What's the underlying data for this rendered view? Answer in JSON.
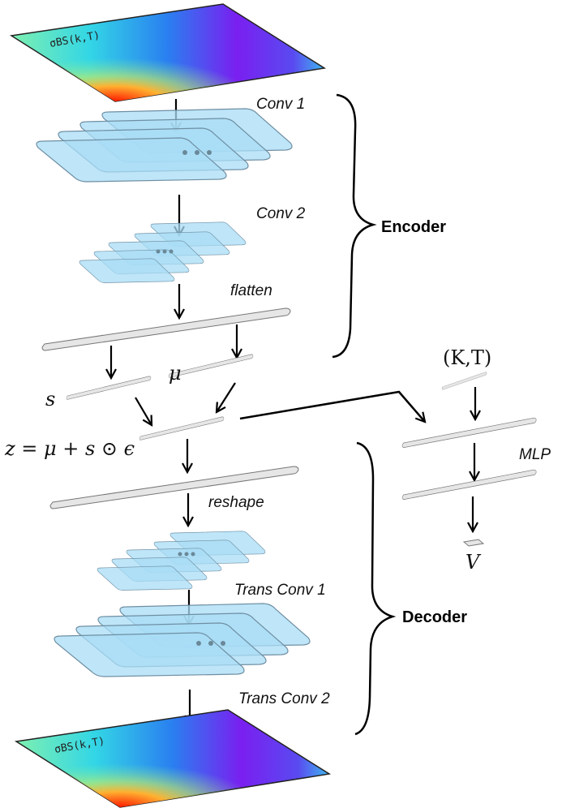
{
  "input_map": {
    "label": "σBS(k,T)"
  },
  "output_map": {
    "label": "σBS(k,T)"
  },
  "encoder": {
    "title": "Encoder",
    "layers": [
      {
        "label": "Conv 1"
      },
      {
        "label": "Conv 2"
      },
      {
        "label": "flatten"
      }
    ]
  },
  "latent": {
    "s_label": "s",
    "mu_label": "μ",
    "z_label": "z = μ + s ⊙ ϵ"
  },
  "decoder": {
    "title": "Decoder",
    "layers": [
      {
        "label": "reshape"
      },
      {
        "label": "Trans Conv 1"
      },
      {
        "label": "Trans Conv 2"
      }
    ]
  },
  "mlp": {
    "input_label": "(K,T)",
    "label": "MLP",
    "output_label": "V"
  },
  "colors": {
    "feature_map": "#a8dcf6",
    "vector": "#e6e6e6",
    "arrow": "#000000"
  }
}
